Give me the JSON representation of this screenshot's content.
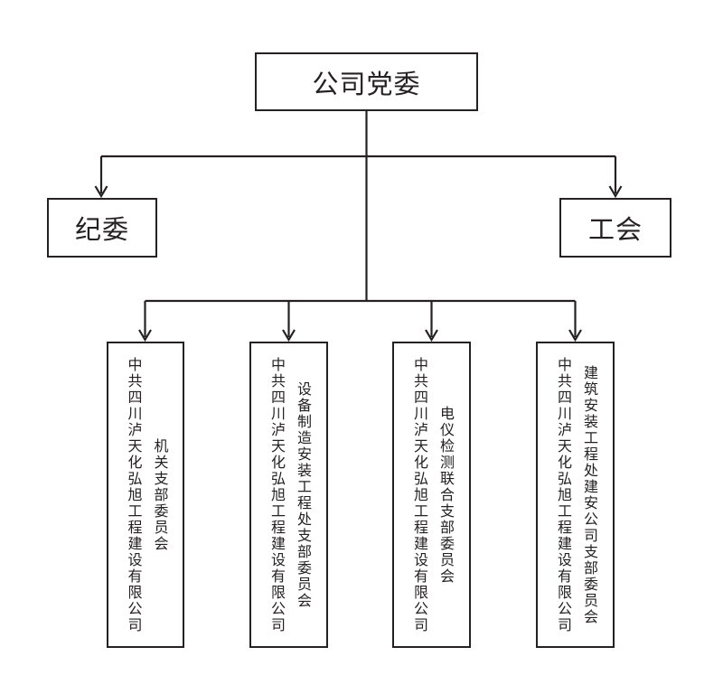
{
  "org_chart": {
    "root": {
      "label": "公司党委"
    },
    "secondary": [
      {
        "label": "纪委"
      },
      {
        "label": "工会"
      }
    ],
    "branches": [
      {
        "company": "中共四川泸天化弘旭工程建设有限公司",
        "committee": "机关支部委员会"
      },
      {
        "company": "中共四川泸天化弘旭工程建设有限公司",
        "committee": "设备制造安装工程处支部委员会"
      },
      {
        "company": "中共四川泸天化弘旭工程建设有限公司",
        "committee": "电仪检测联合支部委员会"
      },
      {
        "company": "中共四川泸天化弘旭工程建设有限公司",
        "committee": "建筑安装工程处建安公司支部委员会"
      }
    ],
    "colors": {
      "line": "#252122",
      "background": "#ffffff"
    }
  }
}
